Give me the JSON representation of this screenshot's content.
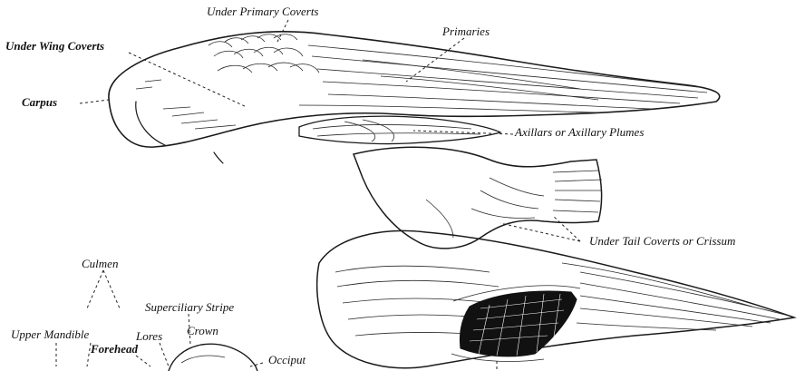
{
  "labels": {
    "under_primary_coverts": "Under Primary Coverts",
    "under_wing_coverts": "Under Wing Coverts",
    "primaries": "Primaries",
    "carpus": "Carpus",
    "axillars": "Axillars or Axillary Plumes",
    "under_tail_coverts": "Under Tail Coverts or Crissum",
    "culmen": "Culmen",
    "superciliary_stripe": "Superciliary Stripe",
    "upper_mandible": "Upper Mandible",
    "lores": "Lores",
    "crown": "Crown",
    "forehead": "Forehead",
    "occiput": "Occiput"
  },
  "colors": {
    "ink": "#1a1a1a",
    "paper": "#ffffff"
  }
}
